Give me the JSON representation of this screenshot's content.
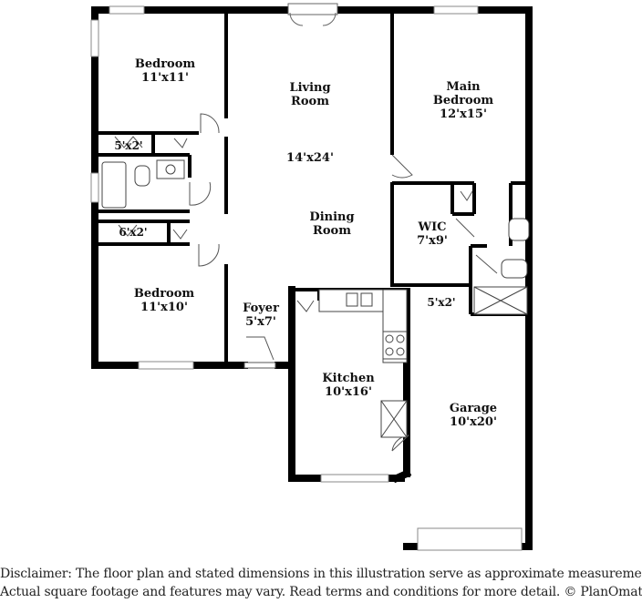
{
  "rooms": {
    "bedroom1": {
      "name": "Bedroom",
      "dims": "11'x11'"
    },
    "closet1": {
      "dims": "5'x2'"
    },
    "closet2": {
      "dims": "6'x2'"
    },
    "bedroom2": {
      "name": "Bedroom",
      "dims": "11'x10'"
    },
    "living": {
      "name1": "Living",
      "name2": "Room",
      "dims": "14'x24'"
    },
    "dining": {
      "name1": "Dining",
      "name2": "Room"
    },
    "main_bedroom": {
      "name1": "Main",
      "name2": "Bedroom",
      "dims": "12'x15'"
    },
    "wic": {
      "name": "WIC",
      "dims": "7'x9'"
    },
    "closet3": {
      "dims": "5'x2'"
    },
    "foyer": {
      "name": "Foyer",
      "dims": "5'x7'"
    },
    "kitchen": {
      "name": "Kitchen",
      "dims": "10'x16'"
    },
    "garage": {
      "name": "Garage",
      "dims": "10'x20'"
    }
  },
  "disclaimer": {
    "line1": "Disclaimer: The floor plan and stated dimensions in this illustration serve as approximate measurements.",
    "line2": "Actual square footage and features may vary. Read terms and conditions for more detail. © PlanOmatic"
  },
  "colors": {
    "wall": "#000000",
    "fixture": "#555555"
  }
}
